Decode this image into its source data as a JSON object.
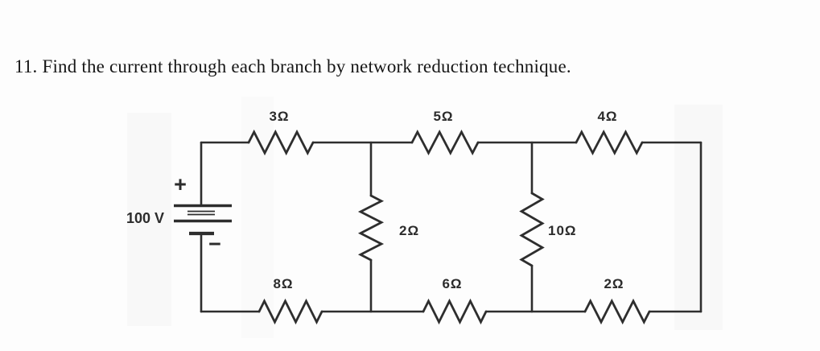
{
  "title": "11. Find the current through each branch by network reduction technique.",
  "circuit": {
    "voltage_source": {
      "value": "100 V",
      "plus": "+",
      "minus": "−"
    },
    "resistors": [
      {
        "position": "top-left",
        "value": "3Ω"
      },
      {
        "position": "top-middle",
        "value": "5Ω"
      },
      {
        "position": "top-right",
        "value": "4Ω"
      },
      {
        "position": "middle-left",
        "value": "2Ω"
      },
      {
        "position": "middle-right",
        "value": "10Ω"
      },
      {
        "position": "bottom-left",
        "value": "8Ω"
      },
      {
        "position": "bottom-middle",
        "value": "6Ω"
      },
      {
        "position": "bottom-right",
        "value": "2Ω"
      }
    ]
  }
}
